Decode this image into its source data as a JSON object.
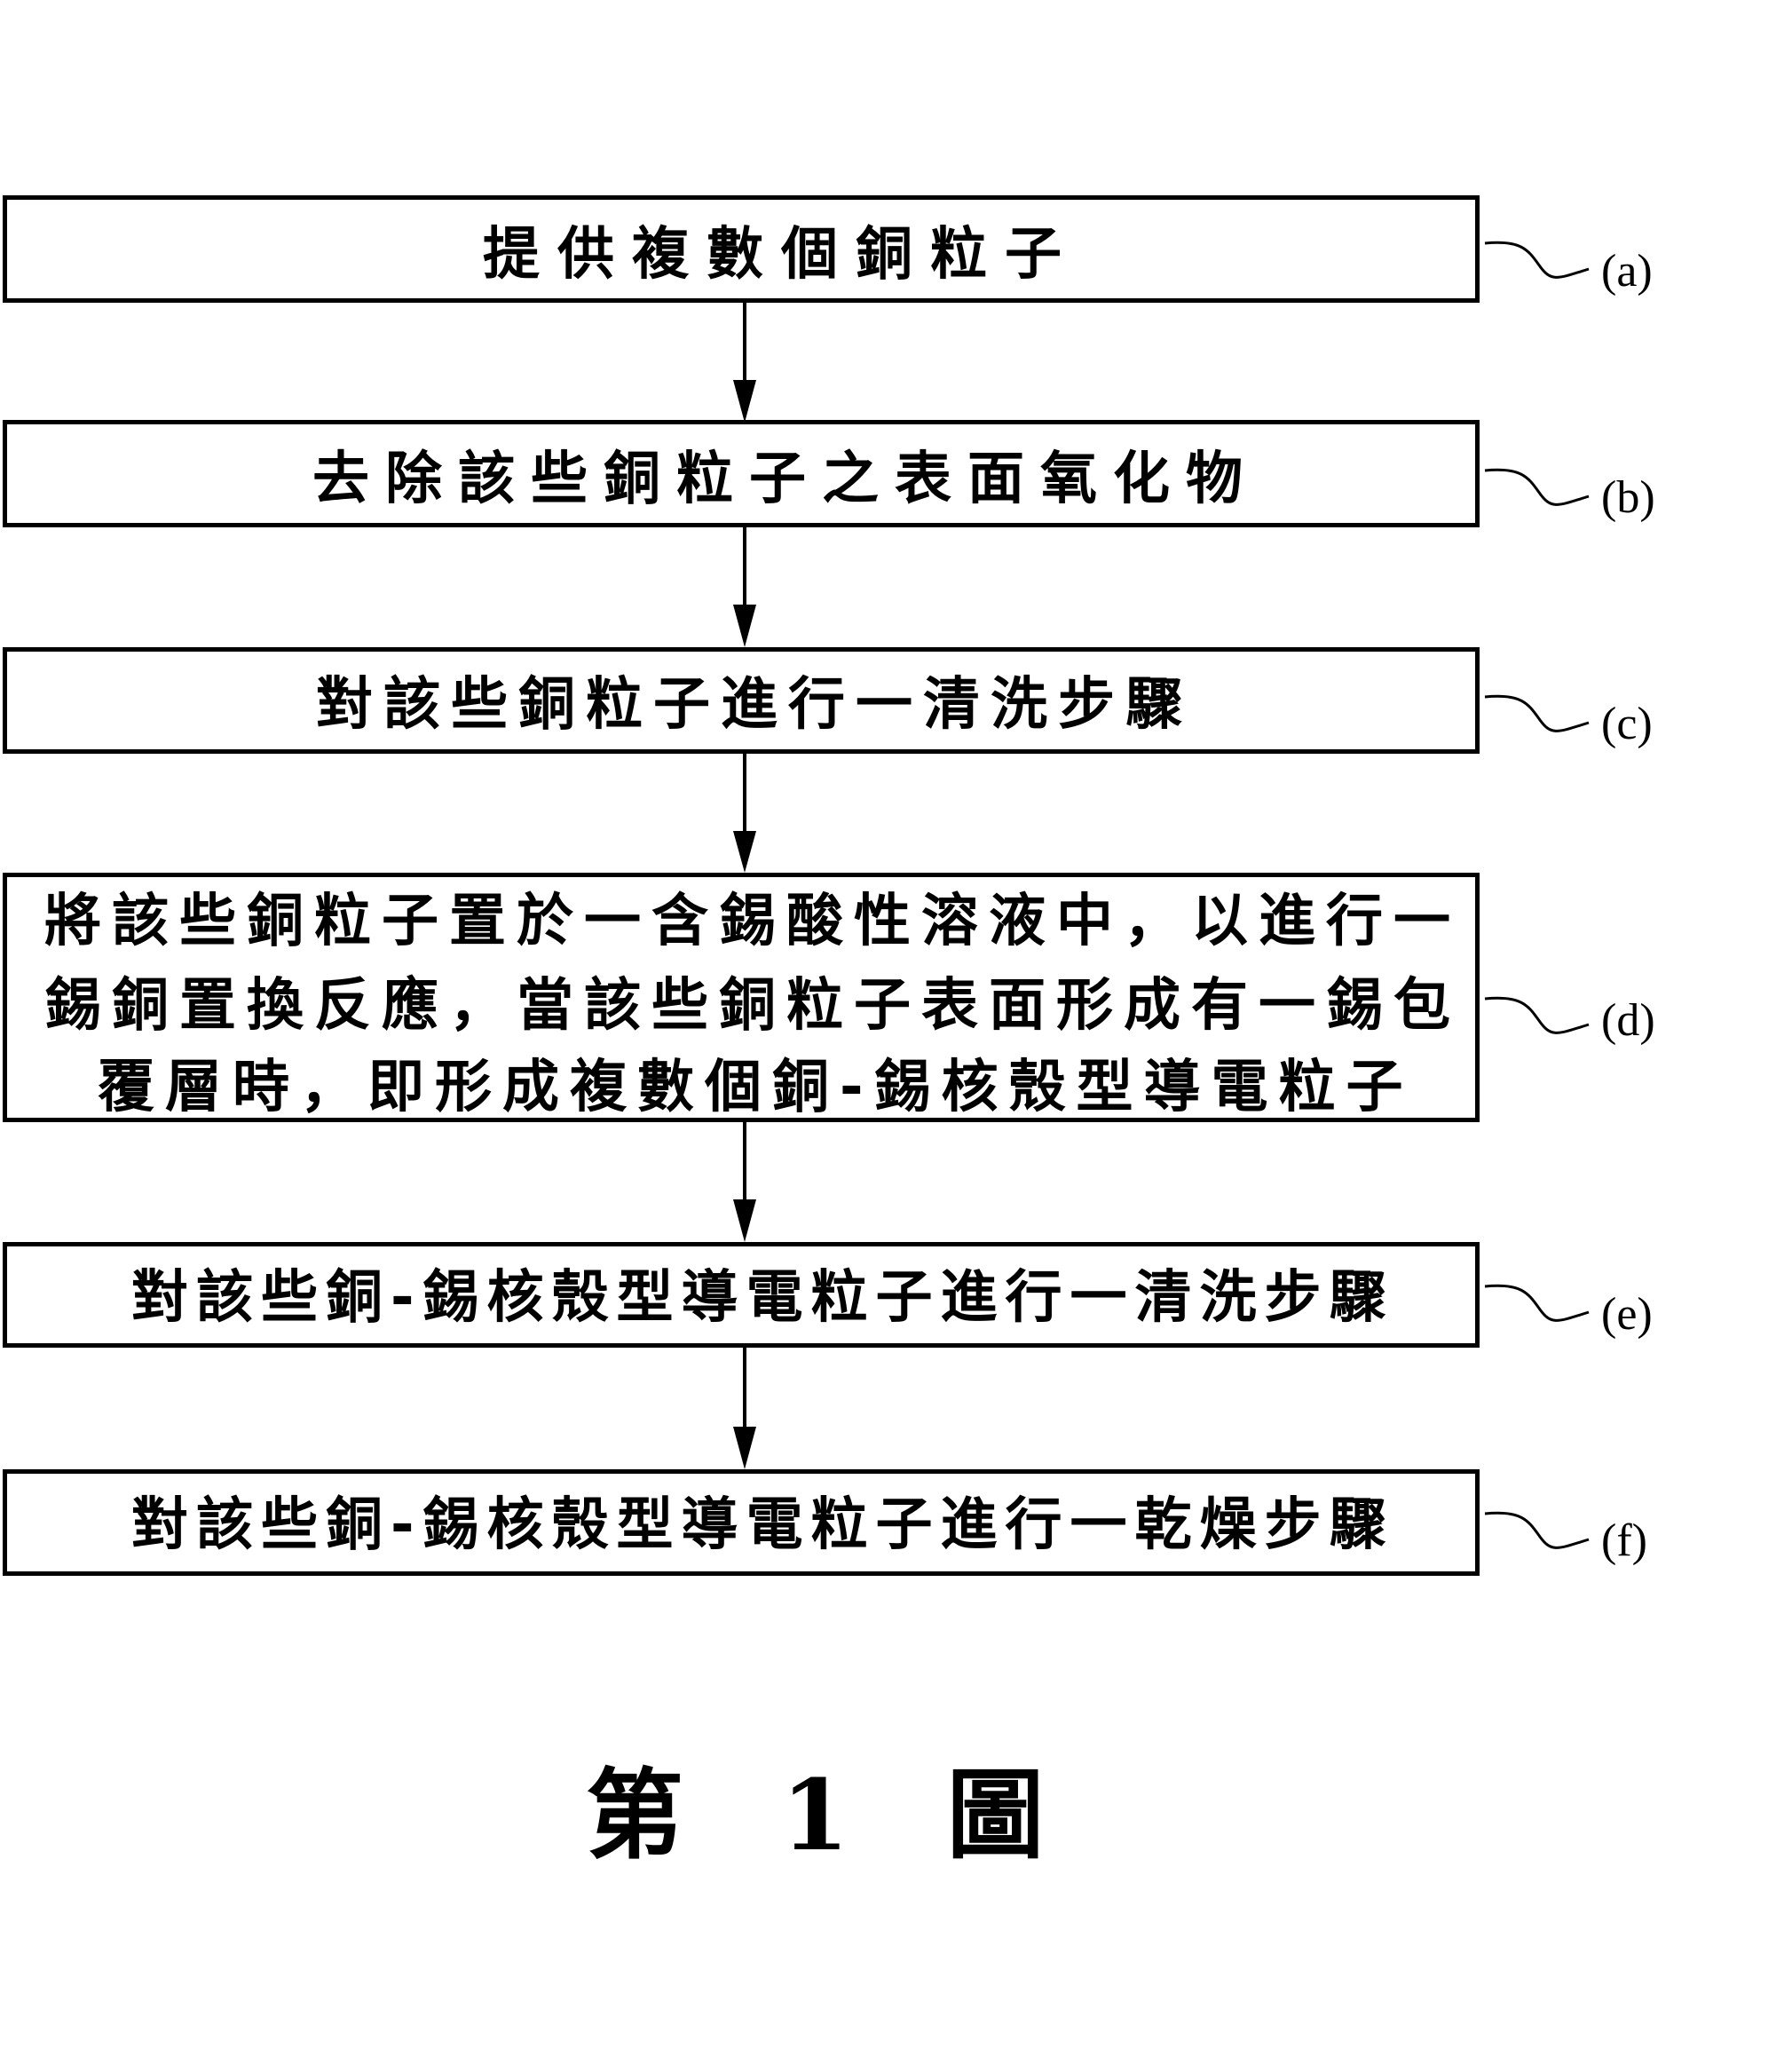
{
  "figure": {
    "caption": "第　1　圖",
    "steps": [
      {
        "id": "a",
        "label": "(a)",
        "text": "提供複數個銅粒子"
      },
      {
        "id": "b",
        "label": "(b)",
        "text": "去除該些銅粒子之表面氧化物"
      },
      {
        "id": "c",
        "label": "(c)",
        "text": "對該些銅粒子進行一清洗步驟"
      },
      {
        "id": "d",
        "label": "(d)",
        "lines": [
          "將該些銅粒子置於一含錫酸性溶液中，以進行一",
          "錫銅置換反應，當該些銅粒子表面形成有一錫包",
          "覆層時，即形成複數個銅-錫核殼型導電粒子"
        ]
      },
      {
        "id": "e",
        "label": "(e)",
        "text": "對該些銅-錫核殼型導電粒子進行一清洗步驟"
      },
      {
        "id": "f",
        "label": "(f)",
        "text": "對該些銅-錫核殼型導電粒子進行一乾燥步驟"
      }
    ],
    "colors": {
      "stroke": "#000000",
      "background": "#ffffff"
    }
  }
}
